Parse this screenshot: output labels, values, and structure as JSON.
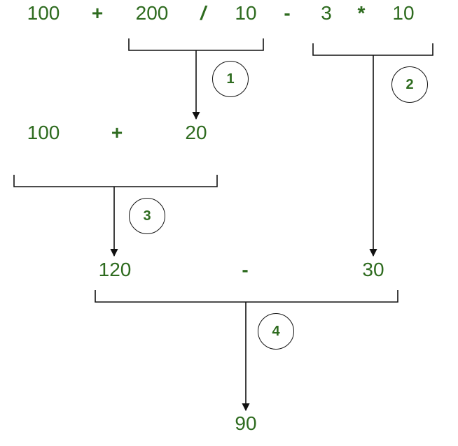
{
  "expression": {
    "tokens": [
      "100",
      "+",
      "200",
      "/",
      "10",
      "-",
      "3",
      "*",
      "10"
    ]
  },
  "level_1": {
    "tokens": [
      "100",
      "+",
      "20"
    ]
  },
  "level_2": {
    "tokens": [
      "120",
      "-",
      "30"
    ]
  },
  "result": "90",
  "steps": [
    "1",
    "2",
    "3",
    "4"
  ],
  "colors": {
    "text": "#2e6b1f",
    "lines": "#111111"
  }
}
